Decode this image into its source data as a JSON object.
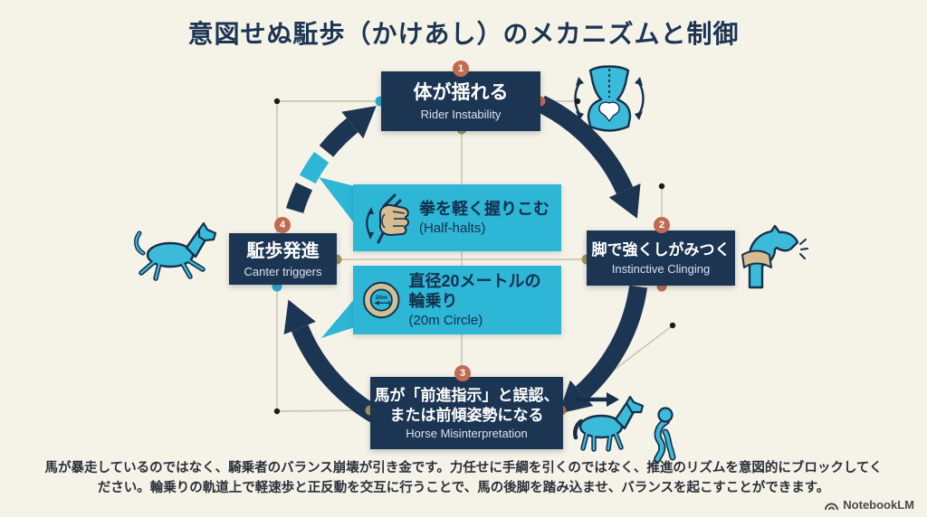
{
  "title": "意図せぬ駈歩（かけあし）のメカニズムと制御",
  "cycle": {
    "steps": [
      {
        "number": "1",
        "label_jp": "体が揺れる",
        "label_en": "Rider Instability"
      },
      {
        "number": "2",
        "label_jp": "脚で強くしがみつく",
        "label_en": "Instinctive Clinging"
      },
      {
        "number": "3",
        "label_jp_line1": "馬が「前進指示」と誤認、",
        "label_jp_line2": "または前傾姿勢になる",
        "label_en": "Horse Misinterpretation"
      },
      {
        "number": "4",
        "label_jp": "駈歩発進",
        "label_en": "Canter triggers"
      }
    ]
  },
  "interventions": [
    {
      "label_jp": "拳を軽く握りこむ",
      "label_en": "(Half-halts)",
      "icon": "hand-gripping-rein-icon"
    },
    {
      "label_jp": "直径20メートルの輪乗り",
      "label_en": "(20m Circle)",
      "icon": "20m-circle-icon",
      "diagram_label": "20m"
    }
  ],
  "footer": {
    "note": "馬が暴走しているのではなく、騎乗者のバランス崩壊が引き金です。力任せに手綱を引くのではなく、推進のリズムを意図的にブロックしてください。輪乗りの軌道上で軽速歩と正反動を交互に行うことで、馬の後脚を踏み込ませ、バランスを起こすことができます。",
    "brand": "NotebookLM"
  },
  "colors": {
    "background": "#f5f2e8",
    "navy": "#1c3553",
    "cyan": "#2db6d5",
    "terracotta": "#c06b52",
    "olive": "#a2945c",
    "tan": "#d6bd8f"
  }
}
